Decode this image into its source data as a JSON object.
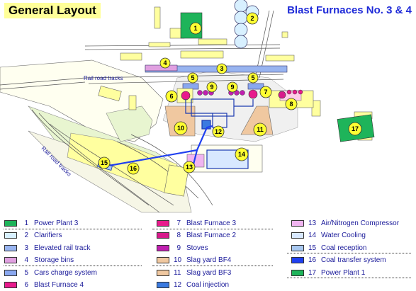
{
  "title": "General Layout",
  "subtitle": "Blast Furnaces No. 3 & 4",
  "map_labels": {
    "rail_upper": "Rail road tracks",
    "rail_lower": "Rail road tracks"
  },
  "markers": [
    "1",
    "2",
    "3",
    "4",
    "5",
    "5",
    "6",
    "7",
    "8",
    "9",
    "9",
    "10",
    "11",
    "12",
    "13",
    "14",
    "15",
    "16",
    "17"
  ],
  "legend": [
    {
      "num": "1",
      "label": "Power Plant 3",
      "color": "#1eb45a"
    },
    {
      "num": "2",
      "label": "Clarifiers",
      "color": "#d8f0ff"
    },
    {
      "num": "3",
      "label": "Elevated rail track",
      "color": "#98b4f0"
    },
    {
      "num": "4",
      "label": "Storage bins",
      "color": "#e0a0e0"
    },
    {
      "num": "5",
      "label": "Cars charge system",
      "color": "#8aa8f0"
    },
    {
      "num": "6",
      "label": "Blast Furnace 4",
      "color": "#e81a8c"
    },
    {
      "num": "7",
      "label": "Blast Furnace 3",
      "color": "#e81a8c"
    },
    {
      "num": "8",
      "label": "Blast Furnace 2",
      "color": "#d81a8c"
    },
    {
      "num": "9",
      "label": "Stoves",
      "color": "#c020b0"
    },
    {
      "num": "10",
      "label": "Slag yard BF4",
      "color": "#f0c8a0"
    },
    {
      "num": "11",
      "label": "Slag yard BF3",
      "color": "#f0c8a0"
    },
    {
      "num": "12",
      "label": "Coal injection",
      "color": "#3a7ae0"
    },
    {
      "num": "13",
      "label": "Air/Nitrogen Compressor",
      "color": "#f0b4f0"
    },
    {
      "num": "14",
      "label": "Water Cooling",
      "color": "#d8e8ff"
    },
    {
      "num": "15",
      "label": "Coal reception",
      "color": "#a8c8f0"
    },
    {
      "num": "16",
      "label": "Coal transfer system",
      "color": "#2040f0"
    },
    {
      "num": "17",
      "label": "Power Plant 1",
      "color": "#1eb45a"
    }
  ]
}
